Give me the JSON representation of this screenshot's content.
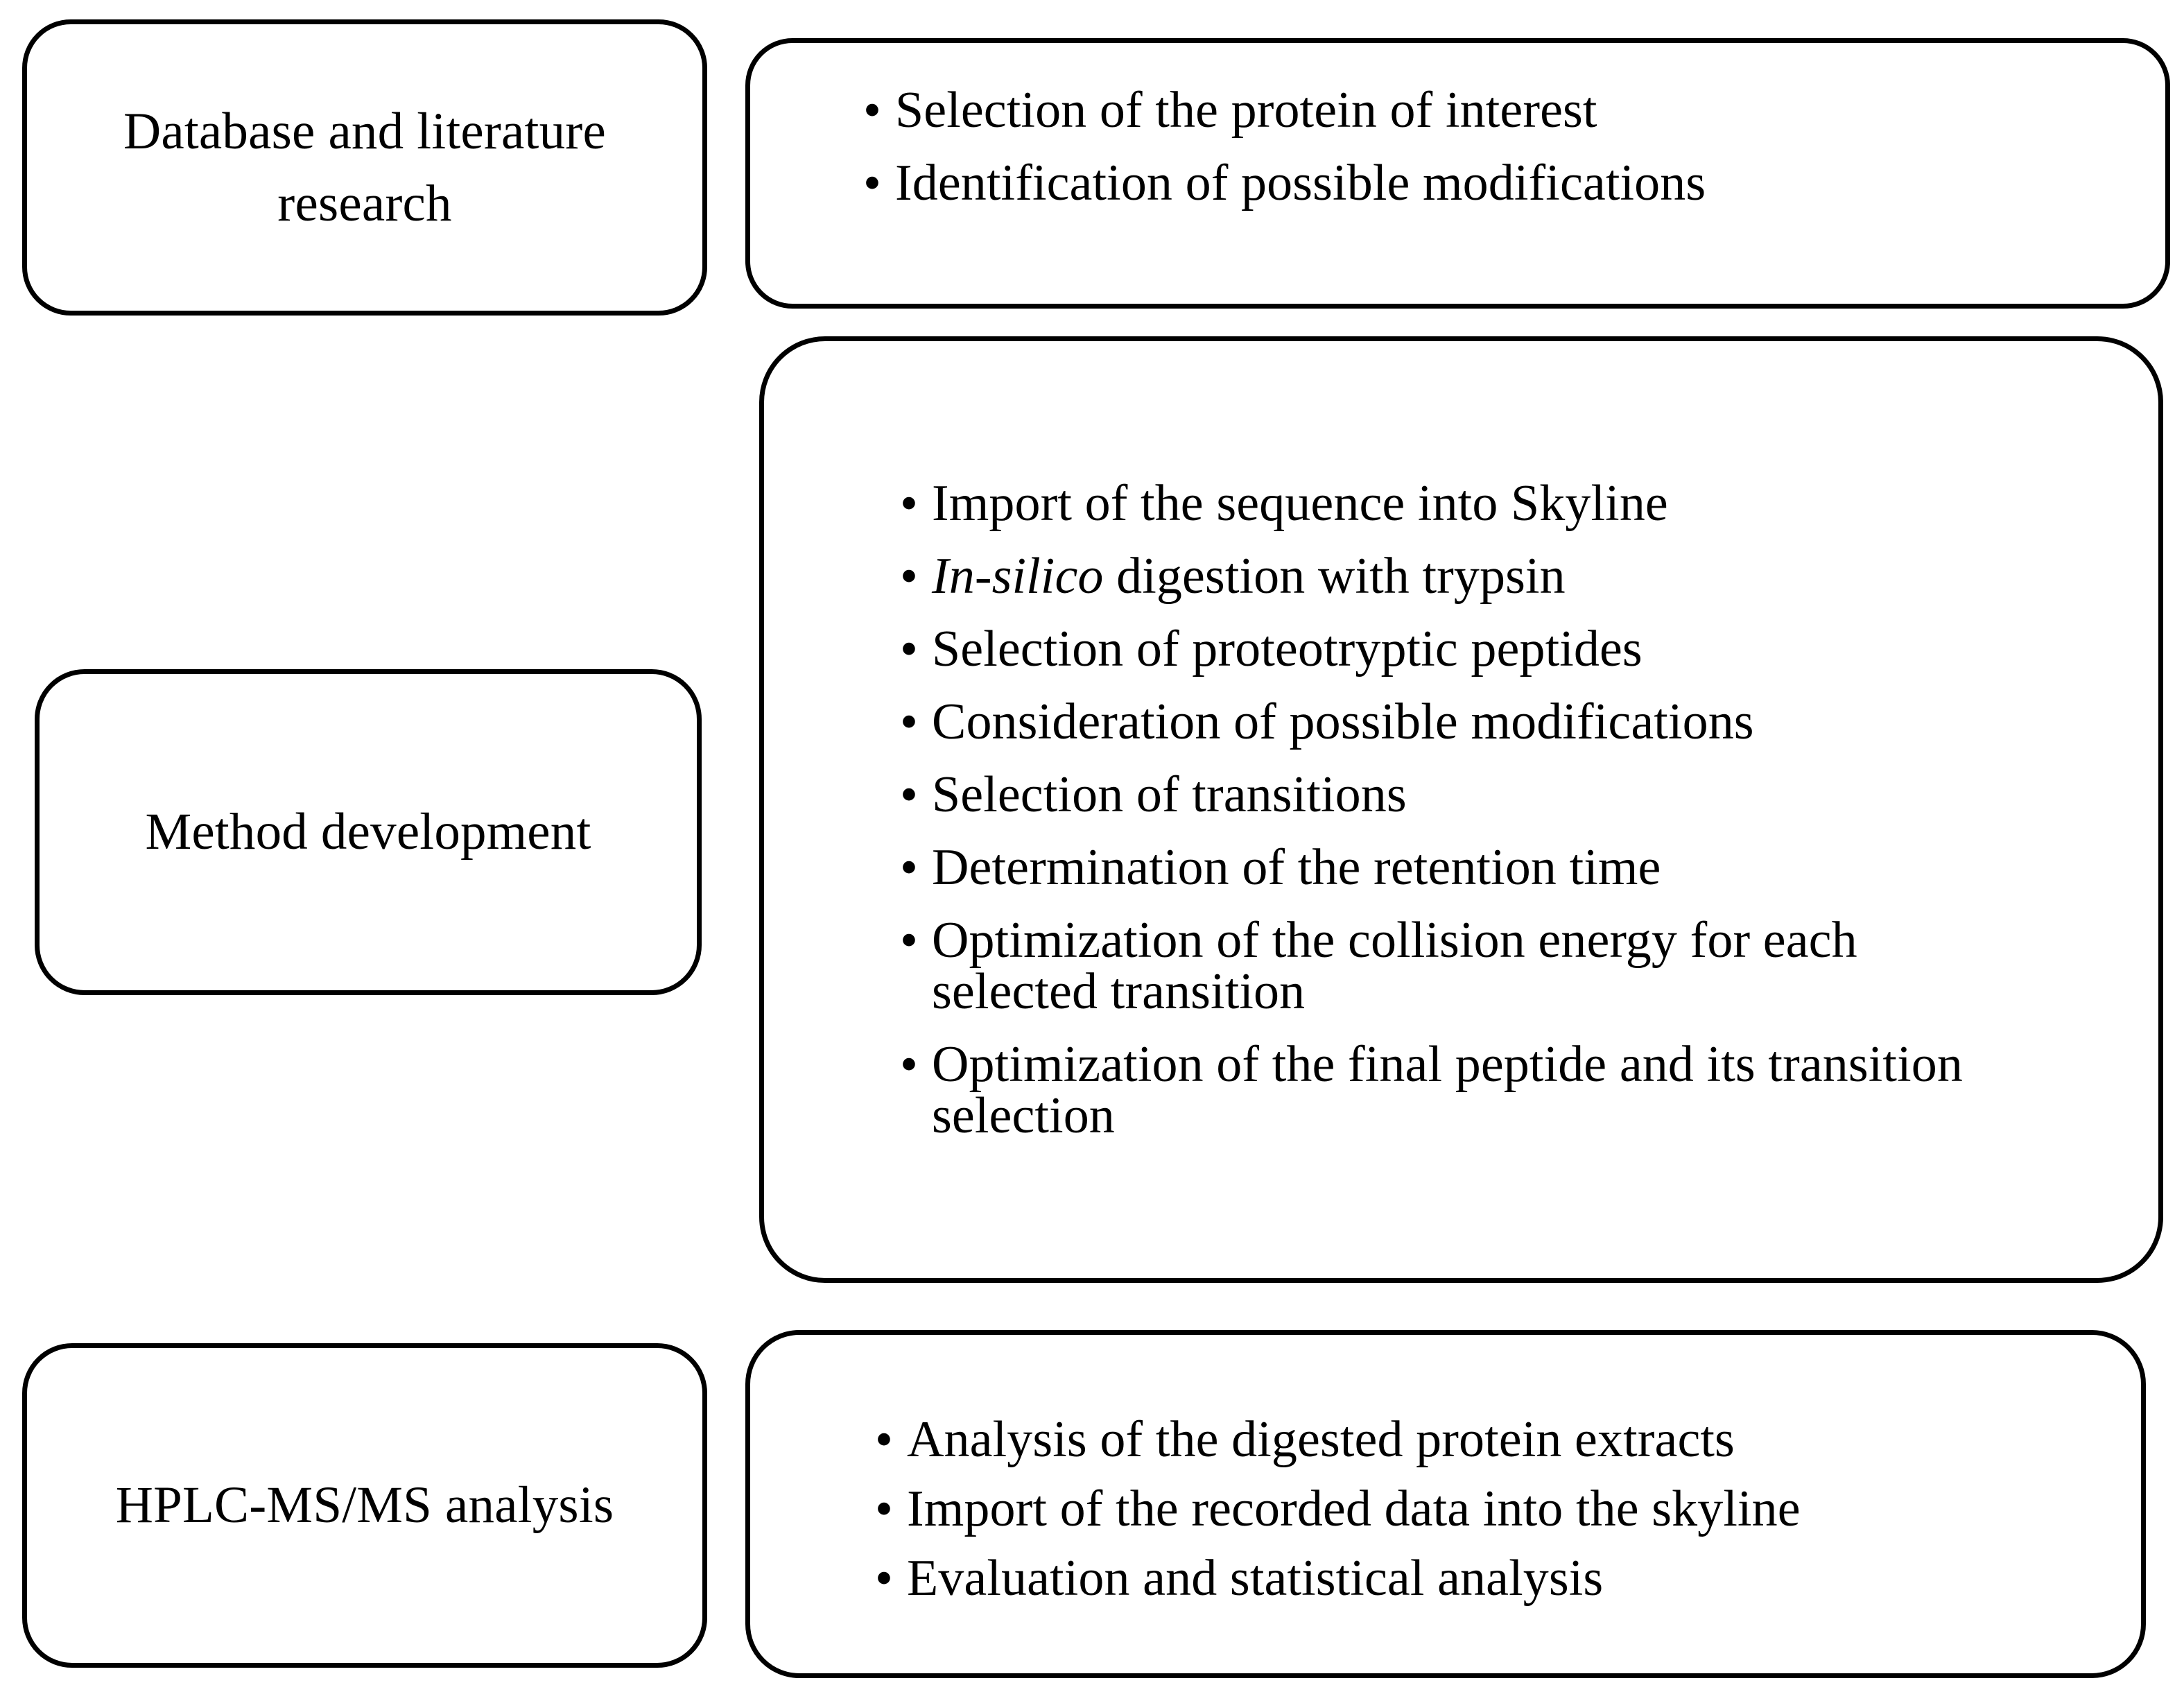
{
  "diagram": {
    "type": "flowchart",
    "orientation": "vertical-three-stage",
    "bullet_glyph": "•",
    "stroke_color": "#000000",
    "background_color": "#ffffff",
    "stages": [
      {
        "id": "database-and-literature-research",
        "label": "Database and literature research",
        "items": [
          {
            "text": "Selection of the protein of interest"
          },
          {
            "text": "Identification of possible modifications"
          }
        ]
      },
      {
        "id": "method-development",
        "label": "Method development",
        "items": [
          {
            "text": "Import of the sequence into Skyline"
          },
          {
            "text": "In-silico digestion with trypsin",
            "italic_prefix": "In-silico",
            "rest": " digestion with trypsin"
          },
          {
            "text": "Selection of proteotryptic peptides"
          },
          {
            "text": "Consideration of possible modifications"
          },
          {
            "text": "Selection of transitions"
          },
          {
            "text": "Determination of the retention time"
          },
          {
            "text": "Optimization of the collision energy for each selected transition"
          },
          {
            "text": "Optimization of the final peptide and its transition selection"
          }
        ]
      },
      {
        "id": "hplc-ms-ms-analysis",
        "label": "HPLC-MS/MS analysis",
        "items": [
          {
            "text": "Analysis of the digested protein extracts"
          },
          {
            "text": "Import of the recorded data into the skyline"
          },
          {
            "text": "Evaluation and statistical analysis"
          }
        ]
      }
    ]
  }
}
